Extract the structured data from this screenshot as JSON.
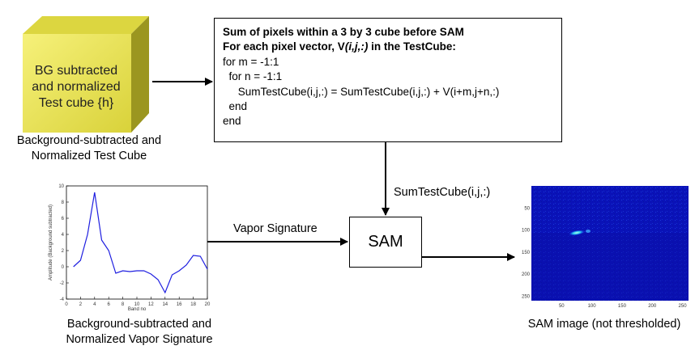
{
  "cube": {
    "label_lines": [
      "BG subtracted",
      "and normalized",
      "Test cube {h}"
    ]
  },
  "cube_caption": [
    "Background-subtracted and",
    "Normalized Test Cube"
  ],
  "code": {
    "line1": "Sum of pixels within a 3 by 3 cube before SAM",
    "line2_pre": "For each pixel vector, V",
    "line2_ital": "(i,j,:)",
    "line2_post": " in the TestCube:",
    "line3": "for m = -1:1",
    "line4": "  for n = -1:1",
    "line5": "     SumTestCube(i,j,:) = SumTestCube(i,j,:) + V(i+m,j+n,:)",
    "line6": "  end",
    "line7": "end"
  },
  "sum_label": "SumTestCube(i,j,:)",
  "vapor_label": "Vapor Signature",
  "sam_label": "SAM",
  "vapor_caption": [
    "Background-subtracted and",
    "Normalized Vapor Signature"
  ],
  "sam_caption": "SAM image (not thresholded)",
  "chart_data": [
    {
      "type": "line",
      "title": "",
      "xlabel": "Band no",
      "ylabel": "Amplitude (Background subtracted)",
      "xlim": [
        0,
        20
      ],
      "ylim": [
        -4,
        10
      ],
      "x_ticks": [
        "0",
        "2",
        "4",
        "6",
        "8",
        "10",
        "12",
        "14",
        "16",
        "18",
        "20"
      ],
      "y_ticks": [
        "10",
        "8",
        "6",
        "4",
        "2",
        "0",
        "-2",
        "-4"
      ],
      "series": [
        {
          "color": "#1f1fe0",
          "x": [
            1,
            2,
            3,
            4,
            5,
            6,
            7,
            8,
            9,
            10,
            11,
            12,
            13,
            14,
            15,
            16,
            17,
            18,
            19,
            20
          ],
          "y": [
            0,
            0.8,
            4.0,
            9.2,
            3.3,
            2.0,
            -0.8,
            -0.5,
            -0.6,
            -0.5,
            -0.5,
            -0.9,
            -1.6,
            -3.2,
            -1.0,
            -0.5,
            0.2,
            1.4,
            1.3,
            -0.3
          ]
        }
      ]
    },
    {
      "type": "heatmap",
      "title": "",
      "colormap": "jet",
      "x_ticks": [
        "50",
        "100",
        "150",
        "200",
        "250"
      ],
      "y_ticks": [
        "50",
        "100",
        "150",
        "200",
        "250"
      ],
      "xlim": [
        0,
        260
      ],
      "ylim": [
        0,
        260
      ]
    }
  ]
}
